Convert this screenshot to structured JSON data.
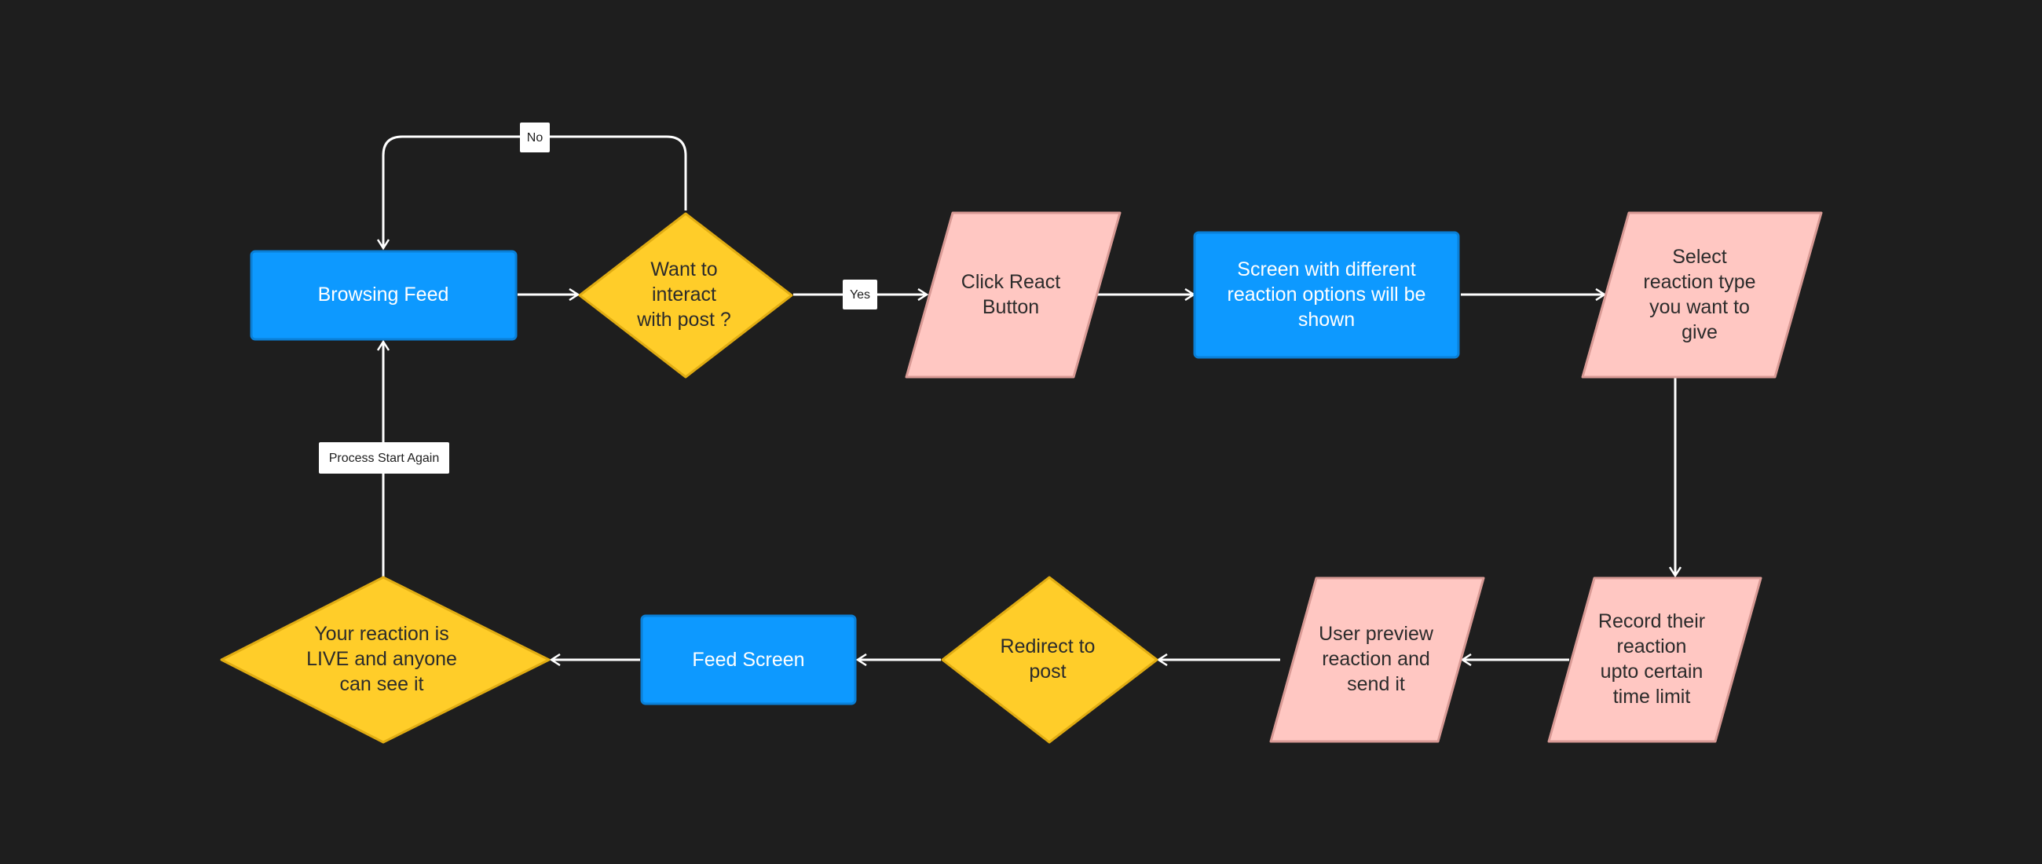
{
  "colors": {
    "background": "#1e1e1e",
    "process_fill": "#0d99ff",
    "process_stroke": "#0a7fd6",
    "decision_fill": "#ffcd29",
    "decision_stroke": "#e0ac12",
    "io_fill": "#ffc7c2",
    "io_stroke": "#d99a95",
    "connector": "#ffffff",
    "label_box": "#ffffff"
  },
  "nodes": {
    "browsing_feed": {
      "shape": "process",
      "lines": [
        "Browsing Feed"
      ]
    },
    "want_to_interact": {
      "shape": "decision",
      "lines": [
        "Want to",
        "interact",
        "with post ?"
      ]
    },
    "click_react": {
      "shape": "input-output",
      "lines": [
        "Click React",
        "Button"
      ]
    },
    "reaction_options_screen": {
      "shape": "process",
      "lines": [
        "Screen with different",
        "reaction options will be",
        "shown"
      ]
    },
    "select_reaction": {
      "shape": "input-output",
      "lines": [
        "Select",
        "reaction type",
        "you want to",
        "give"
      ]
    },
    "record_reaction": {
      "shape": "input-output",
      "lines": [
        "Record their",
        "reaction",
        "upto  certain",
        "time limit"
      ]
    },
    "user_preview": {
      "shape": "input-output",
      "lines": [
        "User preview",
        "reaction and",
        "send it"
      ]
    },
    "redirect_post": {
      "shape": "decision",
      "lines": [
        "Redirect to",
        "post"
      ]
    },
    "feed_screen": {
      "shape": "process",
      "lines": [
        "Feed Screen"
      ]
    },
    "reaction_live": {
      "shape": "decision",
      "lines": [
        "Your reaction is",
        "LIVE and anyone",
        "can see it"
      ]
    }
  },
  "edge_labels": {
    "no": "No",
    "yes": "Yes",
    "process_start_again": "Process Start Again"
  }
}
